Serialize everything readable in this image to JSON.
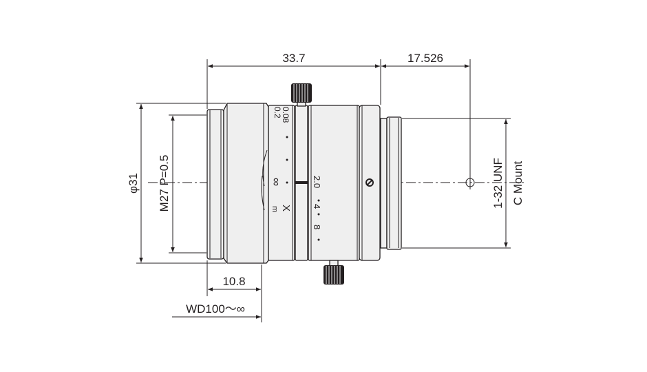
{
  "title": "Lens dimensional drawing",
  "dimensions": {
    "overall_length": "33.7",
    "flange_back": "17.526",
    "outer_diameter": "φ31",
    "filter_thread": "M27 P=0.5",
    "front_length": "10.8",
    "working_distance": "WD100～∞",
    "mount_thread": "1-32 UNF",
    "mount_type": "C Mount"
  },
  "focus_scale": {
    "magnifications": [
      "0.08",
      "0.2"
    ],
    "infinity": "∞",
    "unit": "m",
    "unit_mark": "X"
  },
  "iris_scale": {
    "values": [
      "2.0",
      "4",
      "8"
    ]
  },
  "colors": {
    "line": "#231f20",
    "body": "#efefef"
  }
}
